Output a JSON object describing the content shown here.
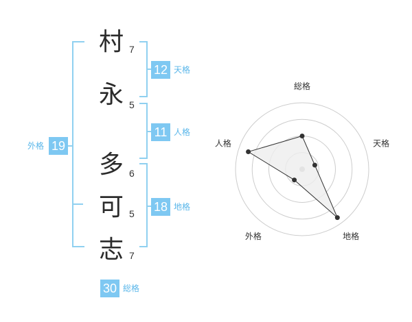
{
  "name_chars": [
    {
      "char": "村",
      "strokes": "7"
    },
    {
      "char": "永",
      "strokes": "5"
    },
    {
      "char": "多",
      "strokes": "6"
    },
    {
      "char": "可",
      "strokes": "5"
    },
    {
      "char": "志",
      "strokes": "7"
    }
  ],
  "fortunes": {
    "tenkaku": {
      "value": "12",
      "label": "天格"
    },
    "jinkaku": {
      "value": "11",
      "label": "人格"
    },
    "chikaku": {
      "value": "18",
      "label": "地格"
    },
    "gaikaku": {
      "value": "19",
      "label": "外格"
    },
    "soukaku": {
      "value": "30",
      "label": "総格"
    }
  },
  "radar": {
    "axes": [
      "総格",
      "天格",
      "地格",
      "外格",
      "人格"
    ],
    "levels": 4,
    "values": [
      0.5,
      0.2,
      0.9,
      0.2,
      0.85
    ],
    "colors": {
      "grid": "#cccccc",
      "fill": "#eeeeee",
      "line": "#333333",
      "point": "#333333",
      "center": "#bbbbbb"
    }
  }
}
